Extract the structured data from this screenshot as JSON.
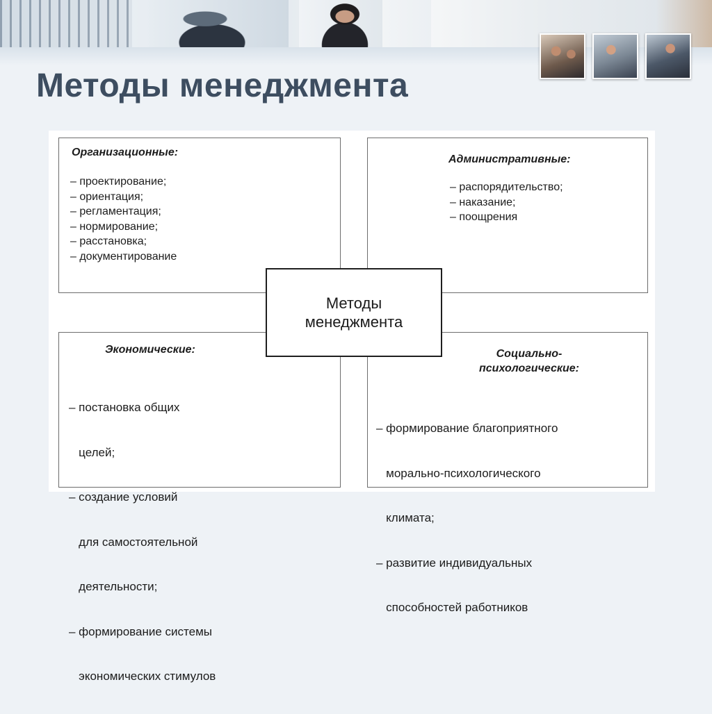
{
  "slide": {
    "title": "Методы менеджмента"
  },
  "banner": {
    "thumbnails": [
      "photo-thumbnail-1",
      "photo-thumbnail-2",
      "photo-thumbnail-3"
    ]
  },
  "diagram": {
    "center": {
      "line1": "Методы",
      "line2": "менеджмента"
    },
    "organizational": {
      "heading": "Организационные:",
      "items": [
        "– проектирование;",
        "– ориентация;",
        "– регламентация;",
        "– нормирование;",
        "– расстановка;",
        "– документирование"
      ]
    },
    "administrative": {
      "heading": "Административные:",
      "items": [
        "– распорядительство;",
        "– наказание;",
        "– поощрения"
      ]
    },
    "economic": {
      "heading": "Экономические:",
      "items": [
        "– постановка общих",
        "   целей;",
        "– создание условий",
        "   для самостоятельной",
        "   деятельности;",
        "– формирование системы",
        "   экономических стимулов"
      ]
    },
    "socio_psychological": {
      "heading_line1": "Социально-",
      "heading_line2": "психологические:",
      "items": [
        "– формирование благоприятного",
        "   морально-психологического",
        "   климата;",
        "– развитие индивидуальных",
        "   способностей работников"
      ]
    }
  }
}
